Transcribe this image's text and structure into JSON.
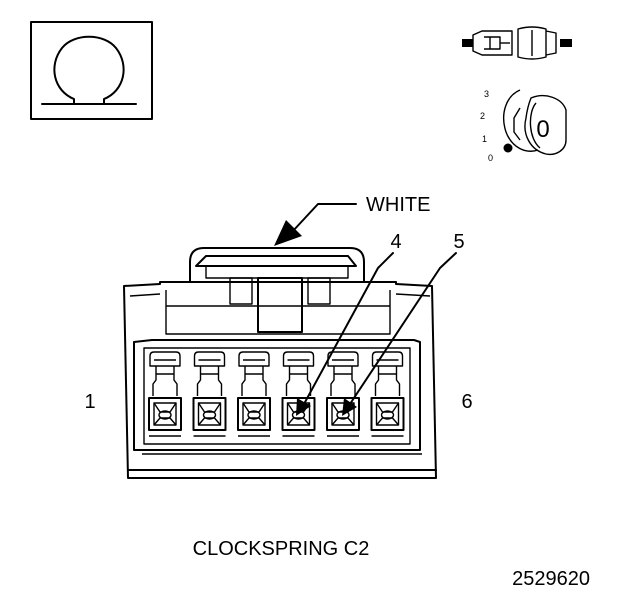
{
  "symbol": {
    "glyph": "Ω",
    "meaning": "ohm-meter-icon"
  },
  "ignition": {
    "positions": [
      "3",
      "2",
      "1",
      "0"
    ],
    "key_label": "0"
  },
  "callouts": {
    "color": "WHITE",
    "pin_a": "4",
    "pin_b": "5",
    "pin_first": "1",
    "pin_last": "6"
  },
  "connector": {
    "name": "CLOCKSPRING C2",
    "pin_count": 6,
    "highlighted_pins": [
      4,
      5
    ]
  },
  "figure_number": "2529620",
  "colors": {
    "ink": "#000000",
    "paper": "#ffffff"
  }
}
